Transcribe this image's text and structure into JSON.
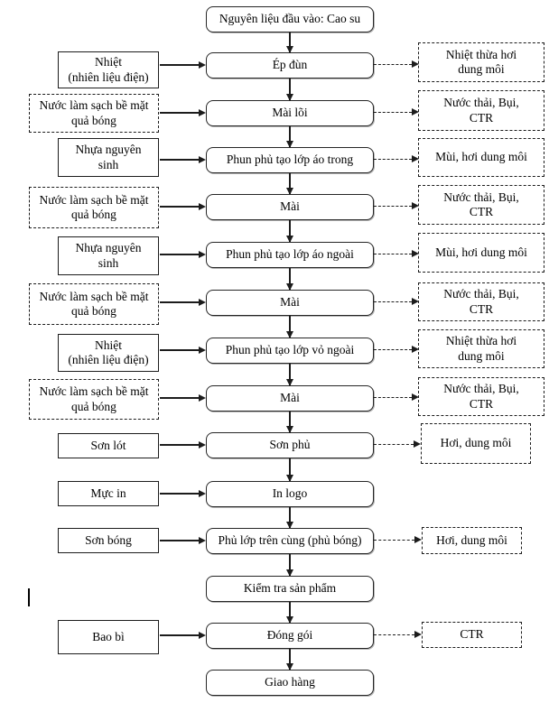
{
  "colors": {
    "background": "#ffffff",
    "line": "#1c1c1c",
    "border": "#000000",
    "text": "#000000"
  },
  "source": {
    "label": "Nguyên liệu đầu vào: Cao su"
  },
  "steps": [
    {
      "label": "Ép đùn",
      "input": {
        "label": "Nhiệt\n(nhiên liệu điện)",
        "border": "solid"
      },
      "output": {
        "label": "Nhiệt thừa hơi\ndung môi"
      }
    },
    {
      "label": "Mài lõi",
      "input": {
        "label": "Nước làm sạch bề mặt\nquả bóng",
        "border": "dashed"
      },
      "output": {
        "label": "Nước thải, Bụi,\nCTR"
      }
    },
    {
      "label": "Phun phủ tạo lớp áo trong",
      "input": {
        "label": "Nhựa nguyên\nsinh",
        "border": "solid"
      },
      "output": {
        "label": "Mùi, hơi dung môi"
      }
    },
    {
      "label": "Mài",
      "input": {
        "label": "Nước làm sạch bề mặt\nquả bóng",
        "border": "dashed"
      },
      "output": {
        "label": "Nước thải, Bụi,\nCTR"
      }
    },
    {
      "label": "Phun phủ tạo lớp áo ngoài",
      "input": {
        "label": "Nhựa nguyên\nsinh",
        "border": "solid"
      },
      "output": {
        "label": "Mùi, hơi dung môi"
      }
    },
    {
      "label": "Mài",
      "input": {
        "label": "Nước làm sạch bề mặt\nquả bóng",
        "border": "dashed"
      },
      "output": {
        "label": "Nước thải, Bụi,\nCTR"
      }
    },
    {
      "label": "Phun phủ tạo lớp vỏ ngoài",
      "input": {
        "label": "Nhiệt\n(nhiên liệu điện)",
        "border": "solid"
      },
      "output": {
        "label": "Nhiệt thừa hơi\ndung môi"
      }
    },
    {
      "label": "Mài",
      "input": {
        "label": "Nước làm sạch bề mặt\nquả bóng",
        "border": "dashed"
      },
      "output": {
        "label": "Nước thải, Bụi,\nCTR"
      }
    },
    {
      "label": "Sơn phủ",
      "input": {
        "label": "Sơn lót",
        "border": "solid"
      },
      "output": {
        "label": "Hơi, dung môi"
      }
    },
    {
      "label": "In logo",
      "input": {
        "label": "Mực in",
        "border": "solid"
      },
      "output": null
    },
    {
      "label": "Phủ lớp trên cùng (phủ bóng)",
      "input": {
        "label": "Sơn bóng",
        "border": "solid"
      },
      "output": {
        "label": "Hơi, dung môi"
      }
    },
    {
      "label": "Kiểm tra sản phẩm",
      "input": null,
      "output": null
    },
    {
      "label": "Đóng gói",
      "input": {
        "label": "Bao bì",
        "border": "solid"
      },
      "output": {
        "label": "CTR"
      }
    },
    {
      "label": "Giao hàng",
      "input": null,
      "output": null
    }
  ],
  "artifacts": {
    "stray_vertical_mark": "short vertical line at left margin beside inspection row"
  }
}
